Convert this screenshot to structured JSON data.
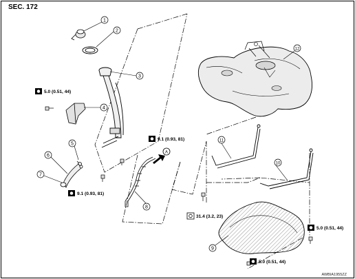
{
  "section_label": "SEC. 172",
  "figure_code": "AWBIA1955ZZ",
  "callouts": [
    "1",
    "2",
    "3",
    "4",
    "5",
    "6",
    "7",
    "8",
    "9",
    "10",
    "11",
    "12"
  ],
  "direction_marker": "A",
  "torque_specs": [
    "5.0 (0.51, 44)",
    "9.1 (0.93, 81)",
    "9.1 (0.93, 81)",
    "31.4 (3.2, 23)",
    "5.0 (0.51, 44)",
    "5.0 (0.51, 44)"
  ]
}
